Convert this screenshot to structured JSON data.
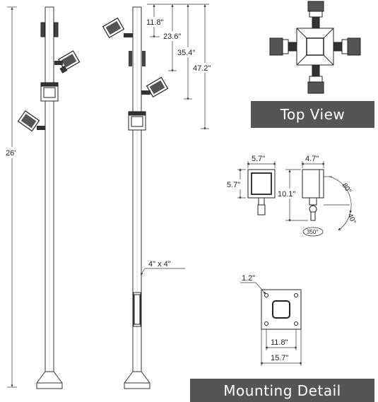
{
  "labels": {
    "top_view": "Top View",
    "mounting_detail": "Mounting Detail"
  },
  "dimensions": {
    "pole_height": "26'",
    "drop_1": "11.8\"",
    "drop_2": "23.6\"",
    "drop_3": "35.4\"",
    "drop_4": "47.2\"",
    "pole_section": "4\" x 4\"",
    "fixture_width": "5.7\"",
    "fixture_height": "5.7\"",
    "fixture_depth": "4.7\"",
    "fixture_side_height": "10.1\"",
    "tilt_up": "80°",
    "tilt_down": "40°",
    "rotation": "350°",
    "bolt_hole": "1.2\"",
    "bolt_spacing": "11.8\"",
    "base_plate_width": "15.7\""
  }
}
